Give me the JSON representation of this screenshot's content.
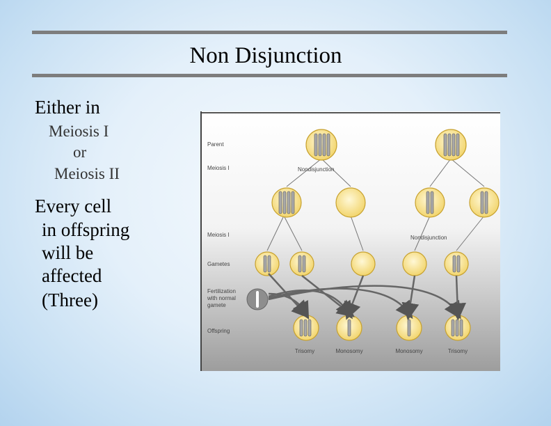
{
  "slide": {
    "title": "Non Disjunction",
    "point1": "Either in",
    "sub1": "Meiosis I",
    "sub2": "or",
    "sub3": "Meiosis II",
    "point2_line1": "Every cell",
    "point2_line2": "in offspring",
    "point2_line3": "will be",
    "point2_line4": "affected",
    "point2_line5": "(Three)"
  },
  "figure": {
    "row_labels": {
      "parent": "Parent",
      "meiosis1": "Meiosis I",
      "meiosis2": "Meiosis I",
      "gametes": "Gametes",
      "fert1": "Fertilization",
      "fert2": "with normal",
      "fert3": "gamete",
      "offspring": "Offspring"
    },
    "nondisjunction_left": "Nondisjunction",
    "nondisjunction_right": "Nondisjunction",
    "offspring_labels": [
      "Trisomy",
      "Monosomy",
      "Monosomy",
      "Trisomy"
    ]
  },
  "colors": {
    "cell_fill": "#f6df8a",
    "cell_stroke": "#c7a12e",
    "rule": "#7d7d7d"
  }
}
